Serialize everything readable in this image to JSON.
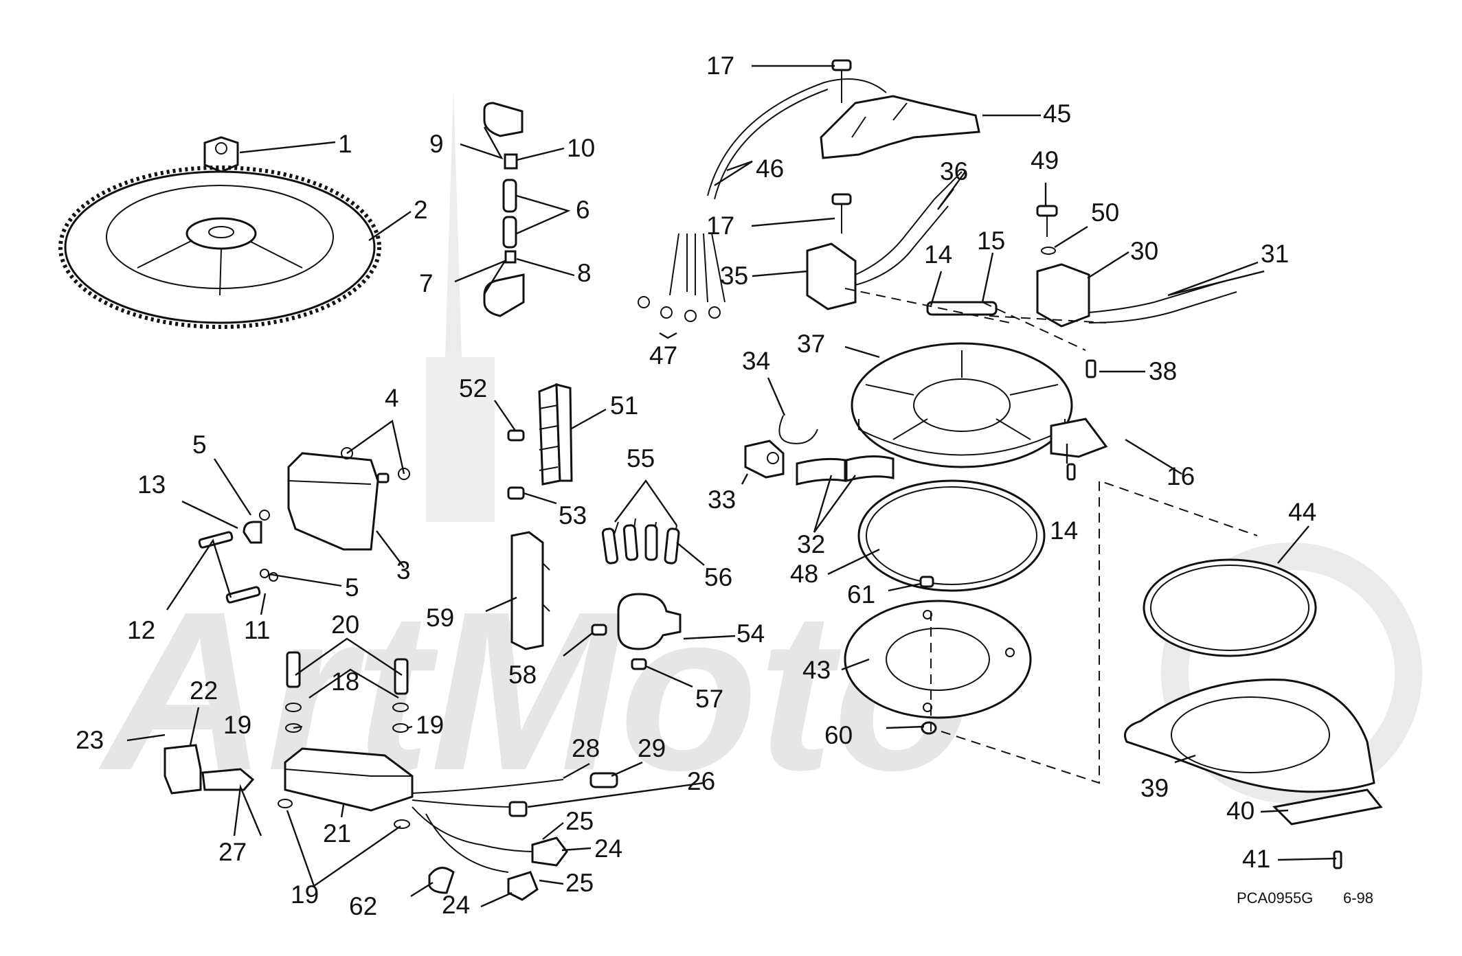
{
  "labels": [
    "1",
    "2",
    "3",
    "4",
    "5",
    "5",
    "6",
    "7",
    "8",
    "9",
    "10",
    "11",
    "12",
    "13",
    "14",
    "14",
    "15",
    "16",
    "17",
    "17",
    "18",
    "19",
    "19",
    "19",
    "20",
    "21",
    "22",
    "23",
    "24",
    "24",
    "25",
    "25",
    "26",
    "27",
    "28",
    "29",
    "30",
    "31",
    "32",
    "33",
    "34",
    "35",
    "36",
    "37",
    "38",
    "39",
    "40",
    "41",
    "43",
    "44",
    "45",
    "46",
    "47",
    "48",
    "49",
    "50",
    "51",
    "52",
    "53",
    "54",
    "55",
    "56",
    "57",
    "58",
    "59",
    "60",
    "61",
    "62"
  ],
  "drawing_code": "PCA0955G",
  "revision": "6-98"
}
